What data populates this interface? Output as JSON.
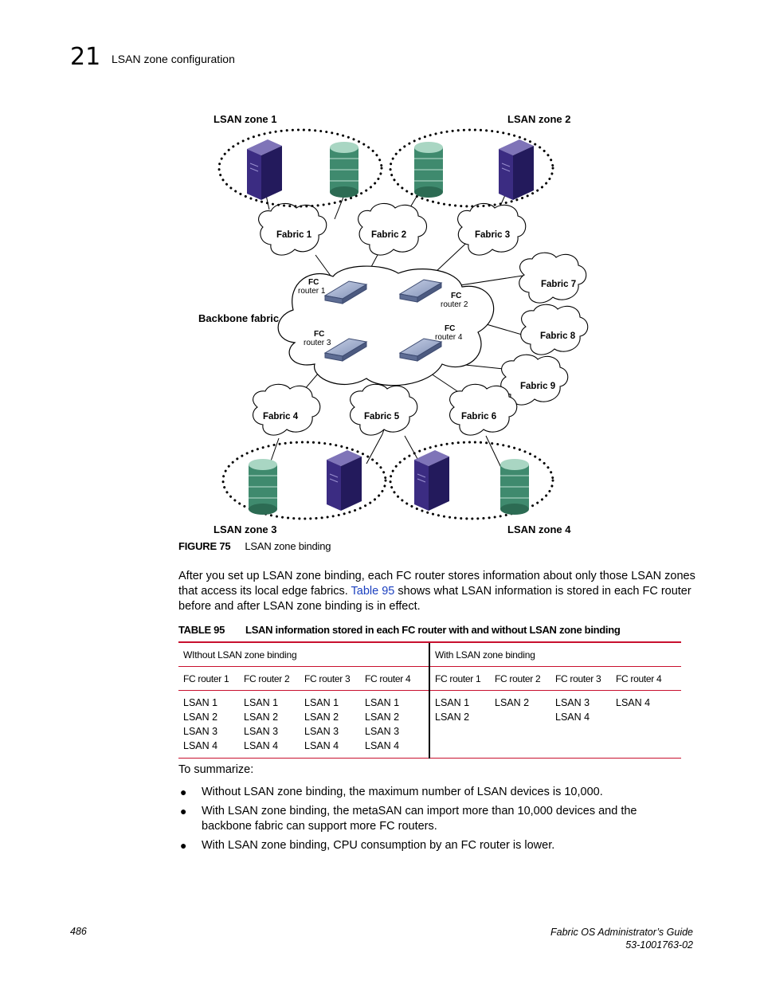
{
  "header": {
    "chapter_number": "21",
    "chapter_title": "LSAN zone configuration"
  },
  "figure": {
    "labels": {
      "zone1": "LSAN zone 1",
      "zone2": "LSAN zone 2",
      "zone3": "LSAN zone 3",
      "zone4": "LSAN zone 4",
      "fabric1": "Fabric 1",
      "fabric2": "Fabric 2",
      "fabric3": "Fabric 3",
      "fabric4": "Fabric 4",
      "fabric5": "Fabric 5",
      "fabric6": "Fabric 6",
      "fabric7": "Fabric 7",
      "fabric8": "Fabric 8",
      "fabric9": "Fabric 9",
      "backbone": "Backbone fabric",
      "fc": "FC",
      "router1": "router 1",
      "router2": "router 2",
      "router3": "router 3",
      "router4": "router 4"
    },
    "number": "FIGURE 75",
    "title": "LSAN zone binding"
  },
  "paragraph1": {
    "before": "After you set up LSAN zone binding, each FC router stores information about only those LSAN zones that access its local edge fabrics. ",
    "link": "Table 95",
    "after": " shows what LSAN information is stored in each FC router before and after LSAN zone binding is in effect."
  },
  "table": {
    "number": "TABLE 95",
    "title": "LSAN information stored in each FC router with and without LSAN zone binding",
    "group_without": "WIthout LSAN zone binding",
    "group_with": "With LSAN zone binding",
    "headers": [
      "FC router 1",
      "FC router 2",
      "FC router 3",
      "FC router 4",
      "FC router 1",
      "FC router 2",
      "FC router 3",
      "FC router 4"
    ],
    "cells": [
      [
        "LSAN 1",
        "LSAN 2",
        "LSAN 3",
        "LSAN 4"
      ],
      [
        "LSAN 1",
        "LSAN 2",
        "LSAN 3",
        "LSAN 4"
      ],
      [
        "LSAN 1",
        "LSAN 2",
        "LSAN 3",
        "LSAN 4"
      ],
      [
        "LSAN 1",
        "LSAN 2",
        "LSAN 3",
        "LSAN 4"
      ],
      [
        "LSAN 1",
        "LSAN 2"
      ],
      [
        "LSAN 2"
      ],
      [
        "LSAN 3",
        "LSAN 4"
      ],
      [
        "LSAN 4"
      ]
    ]
  },
  "summary_intro": "To summarize:",
  "bullets": [
    "Without LSAN zone binding, the maximum number of LSAN devices is 10,000.",
    "With LSAN zone binding, the metaSAN can import more than 10,000 devices and the backbone fabric can support more FC routers.",
    "With LSAN zone binding, CPU consumption by an FC router is lower."
  ],
  "footer": {
    "page_number": "486",
    "guide_title": "Fabric OS Administrator’s Guide",
    "doc_number": "53-1001763-02"
  },
  "colors": {
    "rule_red": "#c8102e",
    "link_blue": "#1a3fbf",
    "server_purple": "#3b2c82",
    "storage_green": "#3f8a6e",
    "router_blue": "#9aa8c8"
  }
}
